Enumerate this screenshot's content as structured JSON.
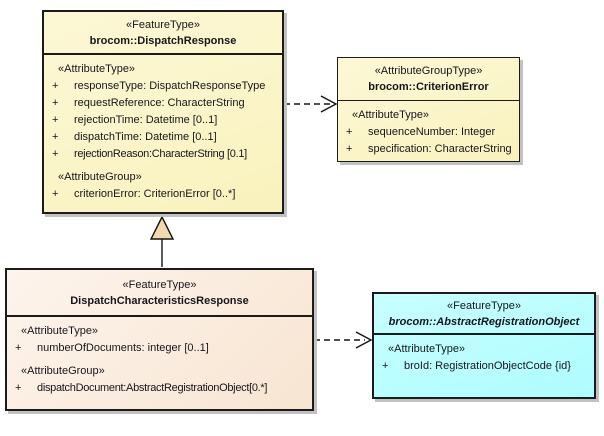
{
  "plus": "+",
  "colors": {
    "canvas_background": "#FFFFFF",
    "feature_type_yellow_fill": "#FAF3C2",
    "feature_type_peach_fill": "#F9E8D8",
    "abstract_cyan_fill": "#B0FDFF",
    "box_border": "#1B1B1B",
    "box_shadow": "#C2C2C2",
    "generalization_triangle_fill": "#F0DAAE",
    "text": "#16161E"
  },
  "boxes": {
    "dispatch_response": {
      "stereotype": "«FeatureType»",
      "name": "brocom::DispatchResponse",
      "attr_section_label": "«AttributeType»",
      "attributes": [
        "responseType: DispatchResponseType",
        "requestReference: CharacterString",
        "rejectionTime: Datetime [0..1]",
        "dispatchTime: Datetime [0..1]",
        "rejectionReason:CharacterString [0.1]"
      ],
      "group_section_label": "«AttributeGroup»",
      "group_attributes": [
        "criterionError: CriterionError [0..*]"
      ]
    },
    "criterion_error": {
      "stereotype": "«AttributeGroupType»",
      "name": "brocom::CriterionError",
      "attr_section_label": "«AttributeType»",
      "attributes": [
        "sequenceNumber: Integer",
        "specification: CharacterString"
      ]
    },
    "dispatch_characteristics_response": {
      "stereotype": "«FeatureType»",
      "name": "DispatchCharacteristicsResponse",
      "attr_section_label": "«AttributeType»",
      "attributes": [
        "numberOfDocuments: integer [0..1]"
      ],
      "group_section_label": "«AttributeGroup»",
      "group_attributes": [
        "dispatchDocument:AbstractRegistrationObject[0.*]"
      ]
    },
    "abstract_registration_object": {
      "stereotype": "«FeatureType»",
      "name": "brocom::AbstractRegistrationObject",
      "attr_section_label": "«AttributeType»",
      "attributes": [
        "broId: RegistrationObjectCode {id}"
      ]
    }
  },
  "connectors": [
    {
      "name": "dependency-dispatchresponse-to-criterionerror",
      "type": "dependency",
      "line_style": "dashed",
      "arrowhead": "open"
    },
    {
      "name": "generalization-dispatchcharacteristicsresponse-to-dispatchresponse",
      "type": "generalization",
      "line_style": "solid",
      "arrowhead": "hollow-triangle"
    },
    {
      "name": "dependency-dispatchcharacteristicsresponse-to-abstractregistrationobject",
      "type": "dependency",
      "line_style": "dashed",
      "arrowhead": "open"
    }
  ]
}
